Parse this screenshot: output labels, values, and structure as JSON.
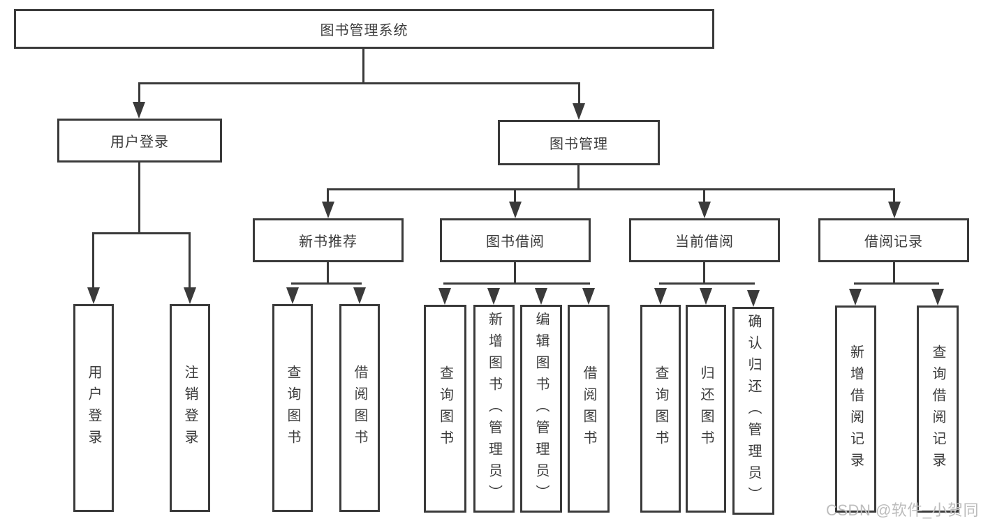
{
  "diagram_title": "图书管理系统",
  "colors": {
    "line": "#3a3a3a",
    "text": "#3c3c3c",
    "background": "#ffffff",
    "watermark": "#bdbdbd"
  },
  "nodes": {
    "root": {
      "label": "图书管理系统"
    },
    "user_login": {
      "label": "用户登录"
    },
    "book_mgmt": {
      "label": "图书管理"
    },
    "login": {
      "label": "用户登录"
    },
    "logout": {
      "label": "注销登录"
    },
    "new_book_rec": {
      "label": "新书推荐"
    },
    "book_borrow": {
      "label": "图书借阅"
    },
    "current_borrow": {
      "label": "当前借阅"
    },
    "borrow_records": {
      "label": "借阅记录"
    },
    "nbr_query_books": {
      "label": "查询图书"
    },
    "nbr_borrow_books": {
      "label": "借阅图书"
    },
    "bb_query_books": {
      "label": "查询图书"
    },
    "bb_add_books": {
      "label": "新增图书（管理员）"
    },
    "bb_edit_books": {
      "label": "编辑图书（管理员）"
    },
    "bb_borrow_books": {
      "label": "借阅图书"
    },
    "cb_query_books": {
      "label": "查询图书"
    },
    "cb_return_books": {
      "label": "归还图书"
    },
    "cb_confirm_return": {
      "label": "确认归还（管理员）"
    },
    "br_add_record": {
      "label": "新增借阅记录"
    },
    "br_query_record": {
      "label": "查询借阅记录"
    }
  },
  "hierarchy": {
    "图书管理系统": {
      "用户登录": [
        "用户登录",
        "注销登录"
      ],
      "图书管理": {
        "新书推荐": [
          "查询图书",
          "借阅图书"
        ],
        "图书借阅": [
          "查询图书",
          "新增图书（管理员）",
          "编辑图书（管理员）",
          "借阅图书"
        ],
        "当前借阅": [
          "查询图书",
          "归还图书",
          "确认归还（管理员）"
        ],
        "借阅记录": [
          "新增借阅记录",
          "查询借阅记录"
        ]
      }
    }
  },
  "watermark": {
    "text": "CSDN @软件_小贺同学"
  }
}
